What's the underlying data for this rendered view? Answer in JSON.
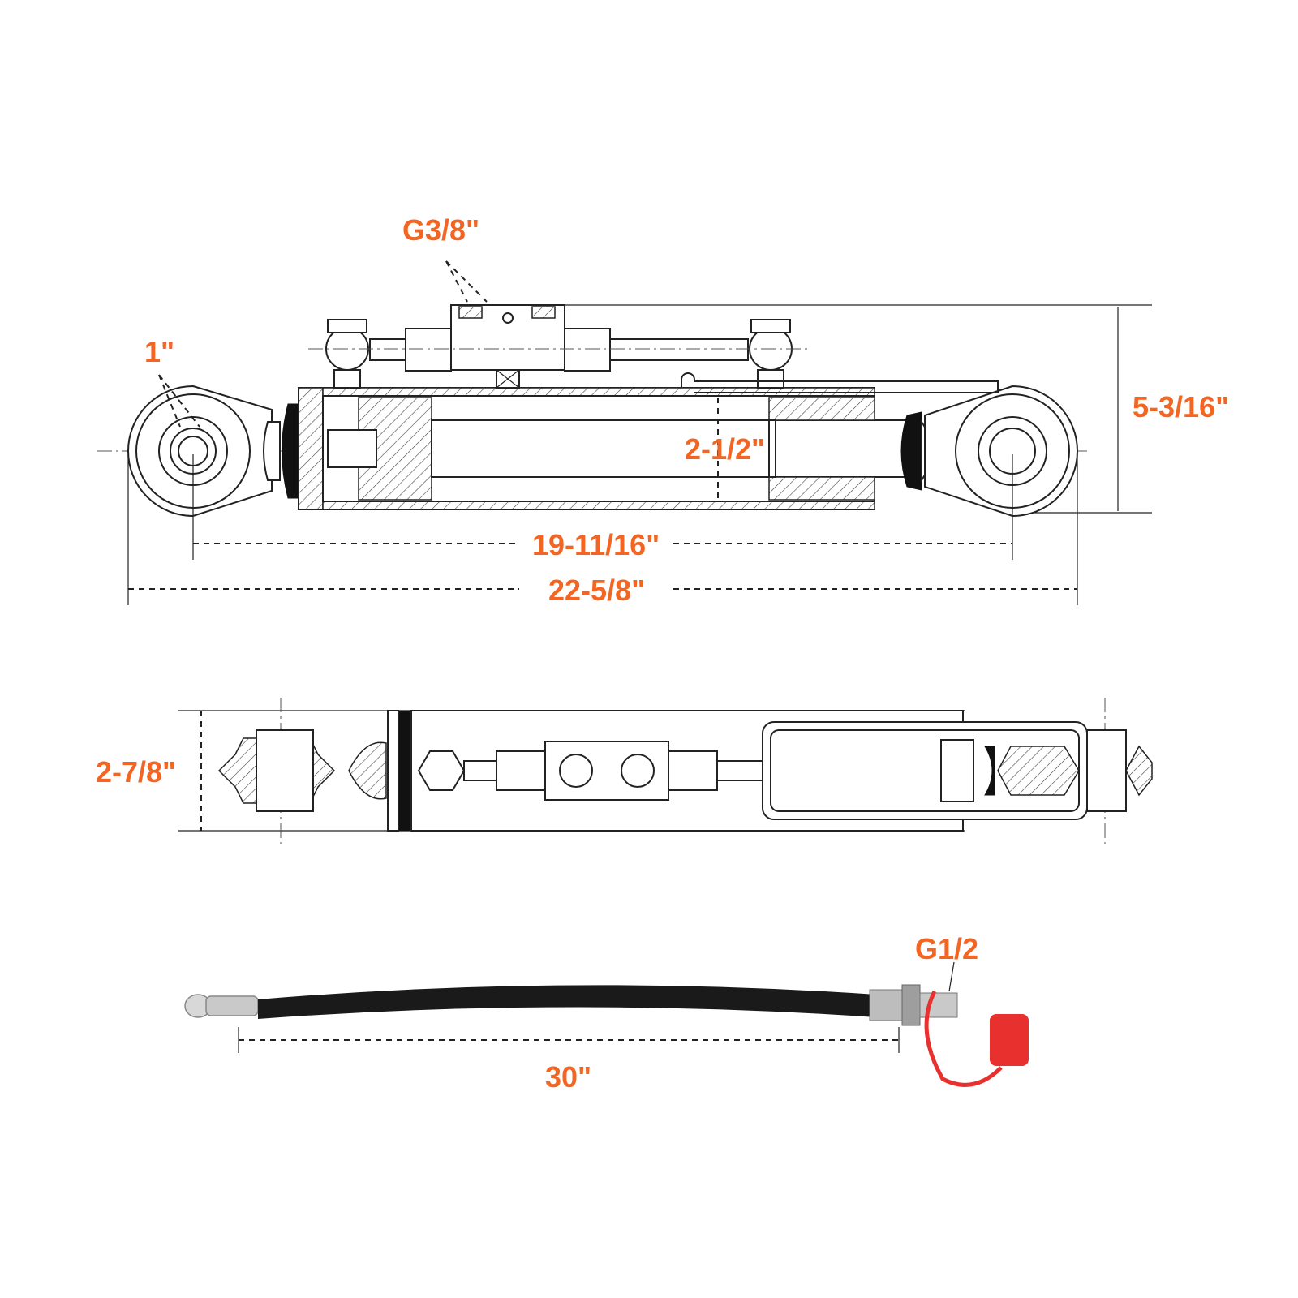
{
  "labels": {
    "port_thread": "G3/8\"",
    "pin_diameter": "1\"",
    "overall_height": "5-3/16\"",
    "bore_diameter": "2-1/2\"",
    "center_to_center": "19-11/16\"",
    "overall_length": "22-5/8\"",
    "body_width": "2-7/8\"",
    "hose_fitting": "G1/2",
    "hose_length": "30\""
  },
  "colors": {
    "accent": "#f26522",
    "line": "#222222",
    "hose": "#1a1a1a",
    "cap": "#e8302e"
  }
}
